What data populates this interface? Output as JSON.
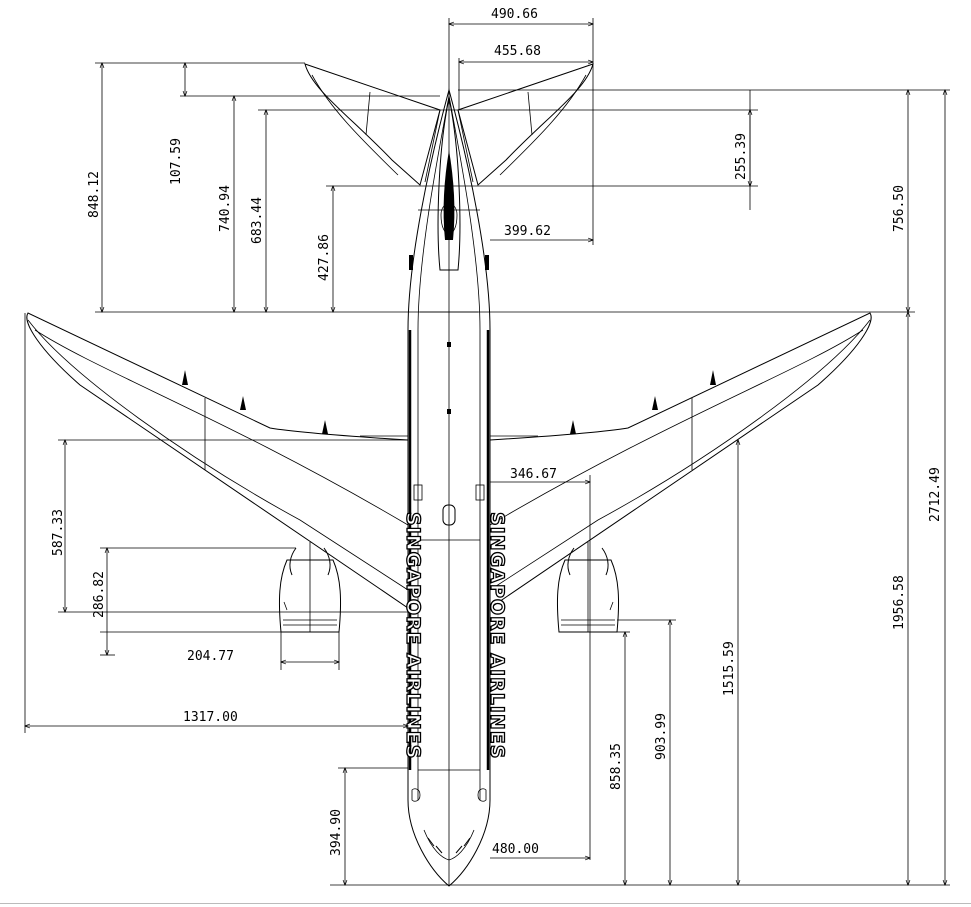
{
  "airline_livery": "SINGAPORE AIRLINES",
  "dimensions": {
    "stab_span_total": "490.66",
    "stab_span_half": "455.68",
    "stab_root_offset": "399.62",
    "stab_tip_length": "107.59",
    "tail_to_wing_848": "848.12",
    "tail_to_wing_740": "740.94",
    "tail_to_wing_683": "683.44",
    "tail_to_wing_427": "427.86",
    "stab_root_255": "255.39",
    "tail_length_756": "756.50",
    "overall_length": "2712.49",
    "nose_to_wingtip": "1956.58",
    "nose_to_wing_root": "1515.59",
    "nose_to_engine_903": "903.99",
    "nose_to_engine_858": "858.35",
    "fuselage_width": "346.67",
    "fuselage_width_480": "480.00",
    "nose_section": "394.90",
    "wingtip_to_root_587": "587.33",
    "engine_length": "286.82",
    "engine_width": "204.77",
    "half_span": "1317.00"
  }
}
